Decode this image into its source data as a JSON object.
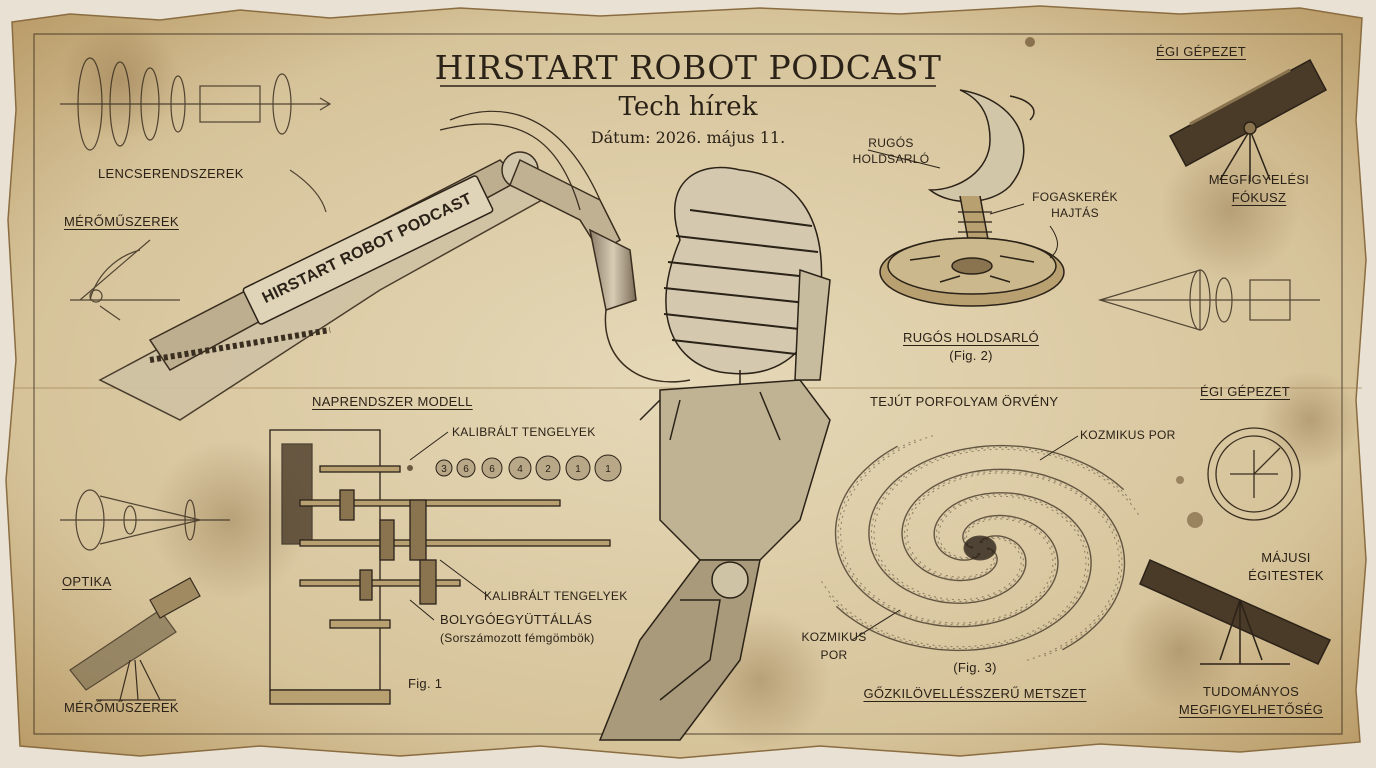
{
  "header": {
    "title": "HIRSTART ROBOT PODCAST",
    "subtitle": "Tech hírek",
    "date": "Dátum: 2026. május 11."
  },
  "arm_sign": "HIRSTART ROBOT PODCAST",
  "labels": {
    "lencserendszerek": "LENCSERENDSZEREK",
    "meromuszerek_top": "MÉRŐMŰSZEREK",
    "optika": "OPTIKA",
    "meromuszerek_bottom": "MÉRŐMŰSZEREK",
    "naprendszer_modell": "NAPRENDSZER MODELL",
    "kalibralt_1": "KALIBRÁLT TENGELYEK",
    "kalibralt_2": "KALIBRÁLT TENGELYEK",
    "bolygoegyuttallas": "BOLYGÓEGYÜTTÁLLÁS",
    "sorszamozott": "(Sorszámozott fémgömbök)",
    "fig1": "Fig. 1",
    "rugos_holdsarlo_small_1": "RUGÓS",
    "rugos_holdsarlo_small_2": "HOLDSARLÓ",
    "fogaskerek_1": "FOGASKERÉK",
    "fogaskerek_2": "HAJTÁS",
    "rugos_holdsarlo": "RUGÓS HOLDSARLÓ",
    "fig2": "(Fig. 2)",
    "egi_gepezet_top": "ÉGI GÉPEZET",
    "megfigyelesi_1": "MEGFIGYELÉSI",
    "megfigyelesi_2": "FÓKUSZ",
    "egi_gepezet_mid": "ÉGI GÉPEZET",
    "tejut": "TEJÚT PORFOLYAM ÖRVÉNY",
    "kozmikus_por_top": "KOZMIKUS POR",
    "kozmikus_por_left_1": "KOZMIKUS",
    "kozmikus_por_left_2": "POR",
    "fig3": "(Fig. 3)",
    "gozkilovelles": "GŐZKILÖVELLÉSSZERŰ METSZET",
    "majusi_1": "MÁJUSI",
    "majusi_2": "ÉGITESTEK",
    "tudomanyos_1": "TUDOMÁNYOS",
    "tudomanyos_2": "MEGFIGYELHETŐSÉG"
  },
  "spheres": [
    "3",
    "6",
    "6",
    "4",
    "2",
    "1",
    "1"
  ],
  "colors": {
    "paper": "#ddcfae",
    "paper_dark": "#b89a66",
    "ink": "#2b2218",
    "brass": "#b8a070",
    "stain": "#7a5a30"
  },
  "icons": [
    "microphone-icon",
    "robot-arm-icon",
    "telescope-icon",
    "gear-icon",
    "spiral-galaxy-icon",
    "lens-icon",
    "dial-icon",
    "crescent-moon-icon"
  ]
}
